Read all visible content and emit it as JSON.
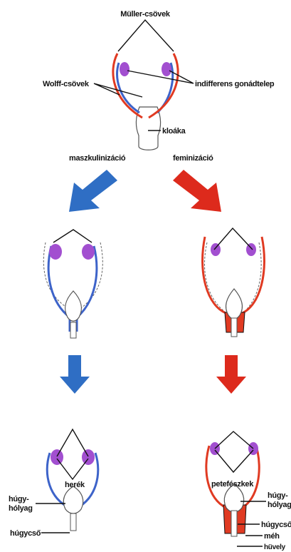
{
  "labels": {
    "muller": "Müller-csövek",
    "wolff": "Wolff-csövek",
    "indifferent": "indifferens gonádtelep",
    "cloaca": "kloáka",
    "masculinization": "maszkulinizáció",
    "feminization": "feminizáció",
    "testes": "herék",
    "ovaries": "petefészkek",
    "bladder_left_1": "húgy-",
    "bladder_left_2": "hólyag",
    "urethra_left": "húgycső",
    "bladder_right_1": "húgy-",
    "bladder_right_2": "hólyag",
    "urethra_right": "húgycső",
    "uterus": "méh",
    "vagina": "hüvely"
  },
  "colors": {
    "wolff_duct": "#3d63c9",
    "muller_duct": "#e03a22",
    "gonad": "#a24fd0",
    "arrow_male": "#2f6ec4",
    "arrow_female": "#dd2a1c"
  }
}
